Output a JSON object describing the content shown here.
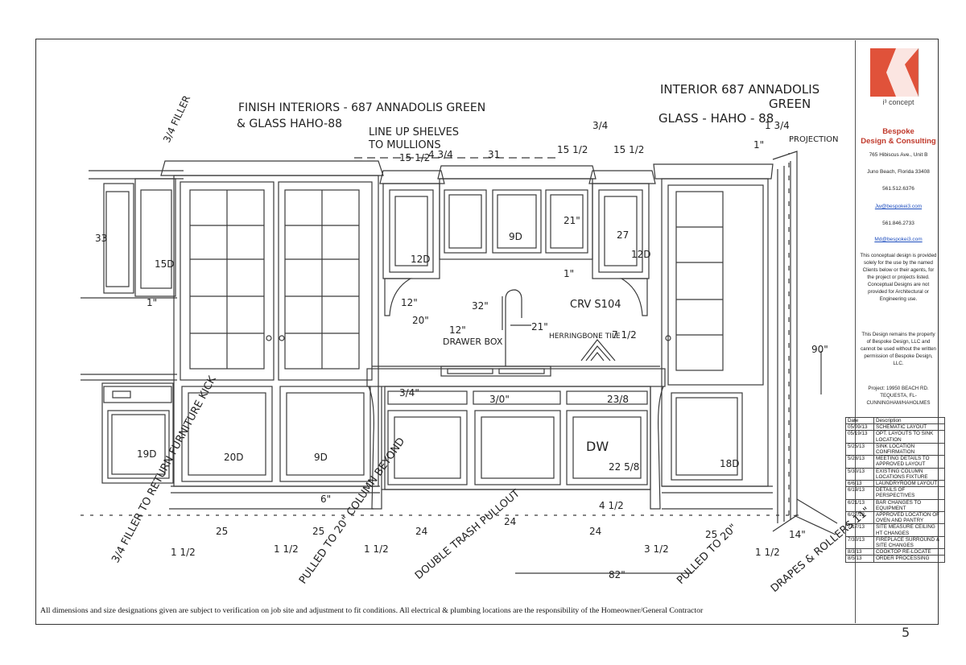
{
  "title_block": {
    "brand": "i³ concept",
    "company_line1": "Bespoke",
    "company_line2": "Design & Consulting",
    "address1": "765 Hibiscus Ave., Unit B",
    "address2": "Juno Beach, Florida 33408",
    "phone1": "561.512.6376",
    "email1": "Jw@bespokei3.com",
    "phone2": "561.846.2733",
    "email2": "Md@bespokei3.com",
    "notice1": "This conceptual design is provided solely for the use by the named Clients below or their agents, for the project or projects listed. Conceptual Designs are not provided for Architectural or Engineering use.",
    "notice2": "This Design remains the property of Bespoke Design, LLC and cannot be used without the written permission of Bespoke Design, LLC.",
    "project": "Project: 19950 BEACH RD. TEQUESTA, FL- CUNNINGHAM/HAHOLMES",
    "logo_color": "#e0523a"
  },
  "revision_log": {
    "headers": [
      "Date",
      "Description"
    ],
    "rows": [
      [
        "05/09/13",
        "SCHEMATIC LAYOUT"
      ],
      [
        "05/19/13",
        "OPT. LAYOUTS TO SINK LOCATION"
      ],
      [
        "5/25/13",
        "SINK LOCATION CONFIRMATION"
      ],
      [
        "5/28/13",
        "MEETING DETAILS TO APPROVED LAYOUT"
      ],
      [
        "5/30/13",
        "EXISTING COLUMN LOCATIONS FIXTURE"
      ],
      [
        "6/6/13",
        "LAUNDRYROOM LAYOUT"
      ],
      [
        "6/19/13",
        "DETAILS OF PERSPECTIVES"
      ],
      [
        "6/21/13",
        "BAR CHANGES TO EQUIPMENT"
      ],
      [
        "6/27/13",
        "APPROVED LOCATION OF OVEN AND PANTRY"
      ],
      [
        "7/17/13",
        "SITE MEASURE CEILING HT CHANGES"
      ],
      [
        "7/30/13",
        "FIREPLACE SURROUND & SITE CHANGES"
      ],
      [
        "8/3/13",
        "COOKTOP RE-LOCATE"
      ],
      [
        "8/5/13",
        "ORDER PROCESSING"
      ]
    ]
  },
  "notes": {
    "finish_interiors": "FINISH INTERIORS - 687 ANNADOLIS GREEN",
    "glass_left": "& GLASS HAHO-88",
    "line_up": "LINE UP SHELVES",
    "to_mullions": "TO MULLIONS",
    "interior_right": "INTERIOR 687 ANNADOLIS",
    "green_right": "GREEN",
    "glass_right": "GLASS - HAHO - 88",
    "filler_top": "3/4 FILLER",
    "projection": "PROJECTION",
    "crv": "CRV S104",
    "herringbone": "HERRINGBONE TILE",
    "drawer_box": "DRAWER BOX",
    "filler_bottom": "3/4 FILLER TO RETURN FURNITURE KICK",
    "pulled_left": "PULLED TO 20\" COLUMN BEYOND",
    "double_trash": "DOUBLE TRASH PULLOUT",
    "pulled_right": "PULLED TO 20\"",
    "drapes": "DRAPES & ROLLERS 11\"",
    "dw": "DW"
  },
  "dimensions": {
    "top": [
      "15 1/2",
      "4 3/4",
      "31",
      "15 1/2",
      "15 1/2",
      "3/4",
      "1 3/4"
    ],
    "bottom": [
      "1 1/2",
      "25",
      "1 1/2",
      "25",
      "1 1/2",
      "24",
      "24",
      "24",
      "3 1/2",
      "25",
      "1 1/2",
      "14\"",
      "82\"",
      "4 1/2",
      "6\""
    ],
    "heights": [
      "33",
      "15D",
      "19D",
      "20D",
      "9D",
      "12D",
      "9D",
      "21\"",
      "27",
      "12D",
      "18D",
      "12\"",
      "32\"",
      "12\"",
      "20\"",
      "21\"",
      "90\"",
      "3/4\"",
      "3/0\"",
      "23/8",
      "22 5/8",
      "7 1/2",
      "1\"",
      "1\"",
      "1\""
    ]
  },
  "disclaimer": "All dimensions and size designations given are subject to verification on job site and adjustment to fit conditions. All electrical & plumbing locations are the responsibility of the Homeowner/General Contractor",
  "page_number": "5"
}
